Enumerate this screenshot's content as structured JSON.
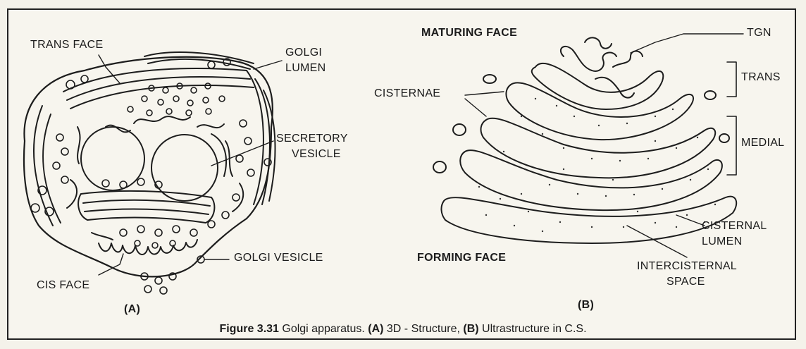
{
  "panel_a": {
    "trans_face": "TRANS FACE",
    "golgi_lumen_1": "GOLGI",
    "golgi_lumen_2": "LUMEN",
    "secretory_1": "SECRETORY",
    "secretory_2": "VESICLE",
    "golgi_vesicle": "GOLGI VESICLE",
    "cis_face": "CIS FACE",
    "panel_label": "(A)"
  },
  "panel_b": {
    "maturing_face": "MATURING FACE",
    "tgn": "TGN",
    "trans": "TRANS",
    "cisternae": "CISTERNAE",
    "medial": "MEDIAL",
    "cisternal_lumen_1": "CISTERNAL",
    "cisternal_lumen_2": "LUMEN",
    "forming_face": "FORMING FACE",
    "intercisternal_1": "INTERCISTERNAL",
    "intercisternal_2": "SPACE",
    "panel_label": "(B)"
  },
  "caption": {
    "figure_number": "Figure 3.31",
    "text_1": " Golgi apparatus. ",
    "a_mark": "(A)",
    "text_2": " 3D - Structure, ",
    "b_mark": "(B)",
    "text_3": " Ultrastructure in C.S."
  }
}
